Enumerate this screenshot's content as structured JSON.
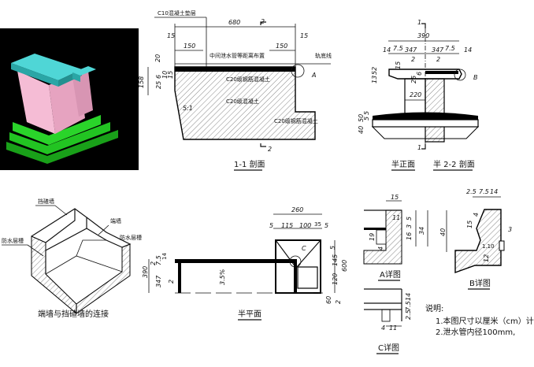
{
  "render_3d": {
    "colors": {
      "background": "#000000",
      "roof": "#3fc8c8",
      "walls": "#f2b8d0",
      "steps": "#1fbf1f"
    }
  },
  "section_1_1": {
    "title": "1-1 剖面",
    "labels": {
      "cushion": "C10混凝土垫层",
      "pipe": "中间泄水管等距离布置",
      "rail_base": "轨底线",
      "rc_top": "C20级钢筋混凝土",
      "concrete": "C20级混凝土",
      "rc_step": "C20级钢筋混凝土",
      "slope": "5:1",
      "detail_a": "A"
    },
    "dims": {
      "total": "680",
      "left_15": "15",
      "right_15": "15",
      "left_150": "150",
      "right_150": "150",
      "h158": "158",
      "h20": "20",
      "h6": "6",
      "h10": "10",
      "h15": "15",
      "h25": "25"
    },
    "section_marks": {
      "top": "2",
      "bottom": "2"
    }
  },
  "half_elevation": {
    "title_left": "半正面",
    "title_right": "半 2-2 剖面",
    "dims": {
      "total": "390",
      "a14": "14",
      "a75": "7.5",
      "a347": "347",
      "b347": "347",
      "b75": "7.5",
      "b14": "14",
      "half_l": "2",
      "half_r": "2",
      "d15": "15",
      "d52": "52",
      "d13": "13",
      "d25": "25",
      "d6": "6",
      "w220": "220",
      "f5": "5",
      "f5b": "5",
      "f50": "50",
      "f40": "40"
    },
    "labels": {
      "detail_b": "B"
    },
    "section_marks": {
      "top": "1",
      "bottom": "1"
    }
  },
  "iso_view": {
    "title": "端墙与挡碴墙的连接",
    "labels": {
      "ballast_wall": "挡碴墙",
      "end_wall": "端墙",
      "waterproof_left": "防水层槽",
      "waterproof_right": "防水层槽"
    }
  },
  "half_plan": {
    "title": "半平面",
    "dims": {
      "total": "260",
      "p5": "5",
      "p115": "115",
      "p100": "100",
      "p35": "35",
      "p5b": "5",
      "v5": "5",
      "v145": "145",
      "v120": "120",
      "v600": "600",
      "v60": "60",
      "v2": "2",
      "l390": "390",
      "l2": "2",
      "l75": "7.5",
      "l14": "14",
      "l347": "347",
      "l2b": "2",
      "slope": "3.5%"
    },
    "labels": {
      "detail_c": "C"
    }
  },
  "detail_a": {
    "title": "A详图",
    "dims": {
      "w15": "15",
      "w11": "11",
      "h19": "19",
      "h5": "5",
      "h3": "3",
      "h16": "16",
      "h34": "34",
      "h4": "4"
    }
  },
  "detail_b": {
    "title": "B详图",
    "dims": {
      "w25": "2.5",
      "w75": "7.5",
      "w14": "14",
      "h40": "40",
      "h15": "15",
      "h4": "4",
      "h3": "3",
      "h12": "12",
      "h10": "1.10"
    }
  },
  "detail_c": {
    "title": "C详图",
    "dims": {
      "h14": "14",
      "h75": "7.5",
      "h25": "2.5",
      "w11": "11",
      "w4": "4"
    }
  },
  "notes": {
    "heading": "说明:",
    "items": [
      "1.本图尺寸以厘米（cm）计;",
      "2.泄水管内径100mm,"
    ]
  }
}
